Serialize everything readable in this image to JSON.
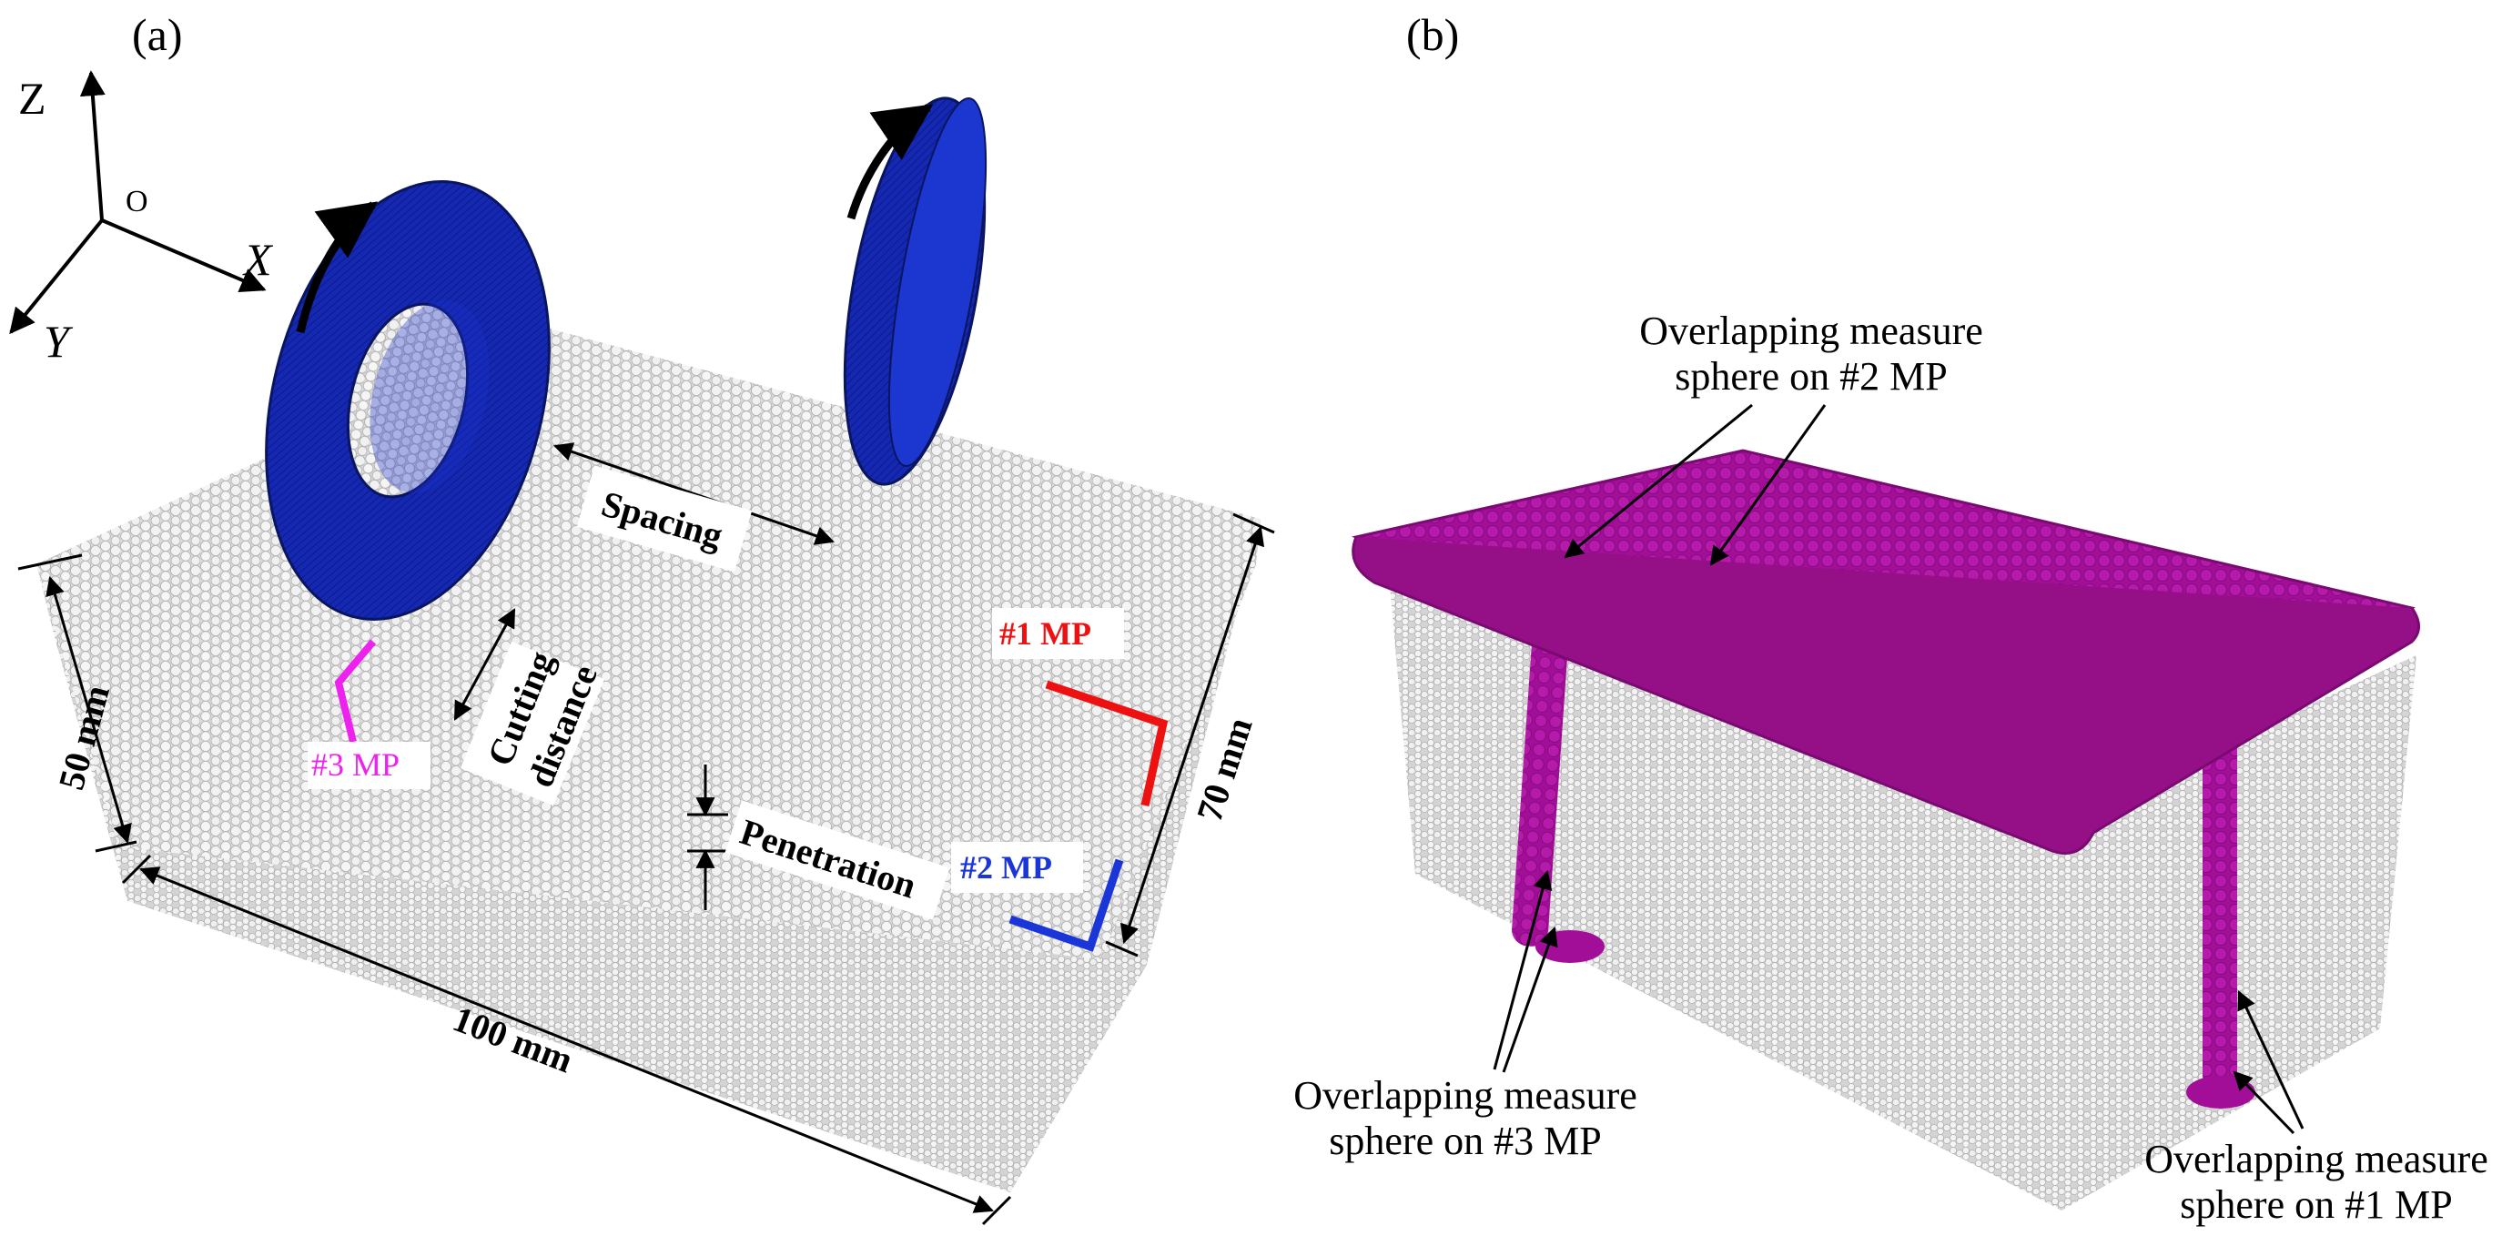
{
  "panels": {
    "a": {
      "label": "(a)"
    },
    "b": {
      "label": "(b)"
    }
  },
  "axes": {
    "z": "Z",
    "x": "X",
    "y": "Y",
    "origin": "O"
  },
  "dimensions": {
    "height": "50 mm",
    "length": "100 mm",
    "width": "70 mm",
    "spacing": "Spacing",
    "cutting_line1": "Cutting",
    "cutting_line2": "distance",
    "penetration": "Penetration"
  },
  "measure_points": {
    "mp1": {
      "label": "#1 MP",
      "color": "#ee1111"
    },
    "mp2": {
      "label": "#2 MP",
      "color": "#1a35d8"
    },
    "mp3": {
      "label": "#3 MP",
      "color": "#ee22ee"
    }
  },
  "annotations_b": {
    "top_line1": "Overlapping measure",
    "top_line2": "sphere on #2 MP",
    "left_line1": "Overlapping measure",
    "left_line2": "sphere on #3 MP",
    "right_line1": "Overlapping measure",
    "right_line2": "sphere on #1 MP"
  },
  "colors": {
    "disc": "#1428b4",
    "sphere_band": "#a8129e",
    "particles": "#e6e6e6"
  }
}
